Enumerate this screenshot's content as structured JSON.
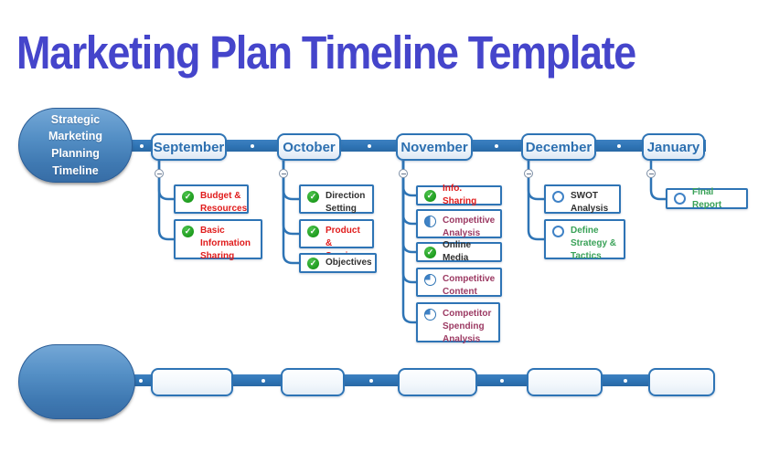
{
  "title": "Marketing Plan Timeline Template",
  "timeline": {
    "root": {
      "label": "Strategic Marketing Planning Timeline"
    },
    "months": [
      {
        "label": "September",
        "items": [
          {
            "label": "Budget & Resources",
            "icon": "check-circle",
            "status_color": "#e01b1b"
          },
          {
            "label": "Basic Information Sharing",
            "icon": "check-circle",
            "status_color": "#e01b1b"
          }
        ]
      },
      {
        "label": "October",
        "items": [
          {
            "label": "Direction Setting",
            "icon": "check-circle",
            "status_color": "#303030"
          },
          {
            "label": "Product & Services",
            "icon": "check-circle",
            "status_color": "#e01b1b"
          },
          {
            "label": "Objectives",
            "icon": "check-circle",
            "status_color": "#303030"
          }
        ]
      },
      {
        "label": "November",
        "items": [
          {
            "label": "Info. Sharing",
            "icon": "check-circle",
            "status_color": "#e01b1b"
          },
          {
            "label": "Competitive Analysis",
            "icon": "half-pie",
            "status_color": "#9c3a63"
          },
          {
            "label": "Online Media",
            "icon": "check-circle",
            "status_color": "#303030"
          },
          {
            "label": "Competitive Content",
            "icon": "quarter-pie",
            "status_color": "#9c3a63"
          },
          {
            "label": "Competitor Spending Analysis",
            "icon": "quarter-pie",
            "status_color": "#9c3a63"
          }
        ]
      },
      {
        "label": "December",
        "items": [
          {
            "label": "SWOT Analysis",
            "icon": "empty-circle",
            "status_color": "#303030"
          },
          {
            "label": "Define Strategy & Tactics",
            "icon": "empty-circle",
            "status_color": "#3aa258"
          }
        ]
      },
      {
        "label": "January",
        "items": [
          {
            "label": "Final Report",
            "icon": "empty-circle",
            "status_color": "#3aa258"
          }
        ]
      }
    ]
  },
  "empty_timeline": {
    "node_count": 5,
    "root_label": ""
  },
  "colors": {
    "title": "#4545cb",
    "timeline_blue": "#2e74b5",
    "month_text": "#2c6fb0",
    "status_red": "#e01b1b",
    "status_plum": "#9c3a63",
    "status_dark": "#303030",
    "status_green": "#3aa258",
    "check_green": "#21a121",
    "pie_blue": "#3f82c6"
  }
}
